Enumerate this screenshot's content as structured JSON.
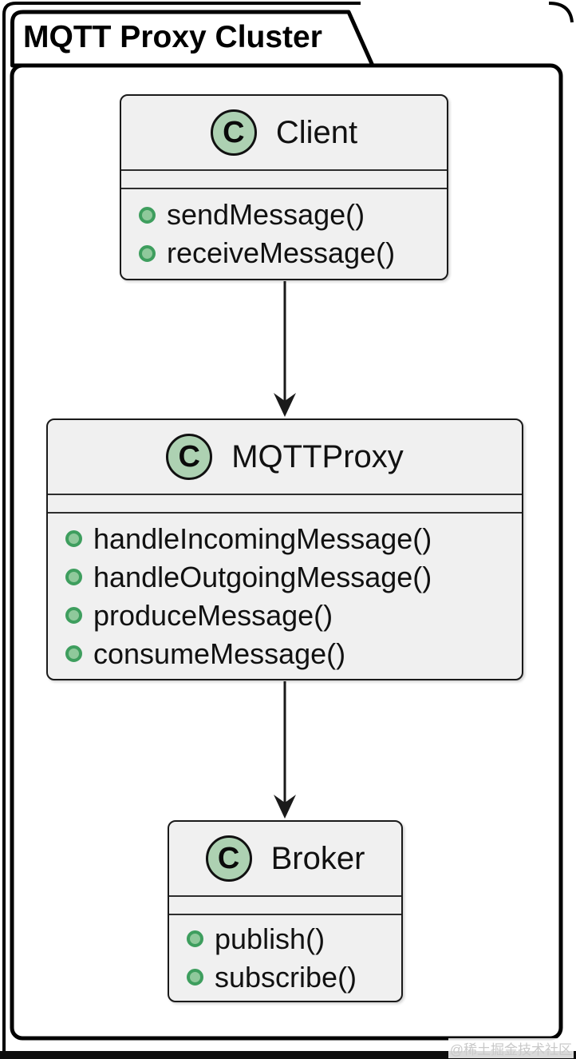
{
  "frame": {
    "title": "MQTT Proxy Cluster"
  },
  "classes": [
    {
      "name": "Client",
      "stereotype": "C",
      "methods": [
        "sendMessage()",
        "receiveMessage()"
      ]
    },
    {
      "name": "MQTTProxy",
      "stereotype": "C",
      "methods": [
        "handleIncomingMessage()",
        "handleOutgoingMessage()",
        "produceMessage()",
        "consumeMessage()"
      ]
    },
    {
      "name": "Broker",
      "stereotype": "C",
      "methods": [
        "publish()",
        "subscribe()"
      ]
    }
  ],
  "relations": [
    {
      "from": "Client",
      "to": "MQTTProxy",
      "type": "solid-arrow"
    },
    {
      "from": "MQTTProxy",
      "to": "Broker",
      "type": "solid-arrow"
    }
  ],
  "watermark": {
    "text": "@稀土掘金技术社区"
  },
  "colors": {
    "box_fill": "#f0f0f0",
    "box_border": "#1a1a1a",
    "class_icon_fill": "#add1b2",
    "class_icon_border": "#111111",
    "method_bullet_border": "#3e9e5e",
    "method_bullet_fill": "#8fc99b",
    "frame_border": "#000000",
    "watermark_color": "#c9c9c9"
  }
}
